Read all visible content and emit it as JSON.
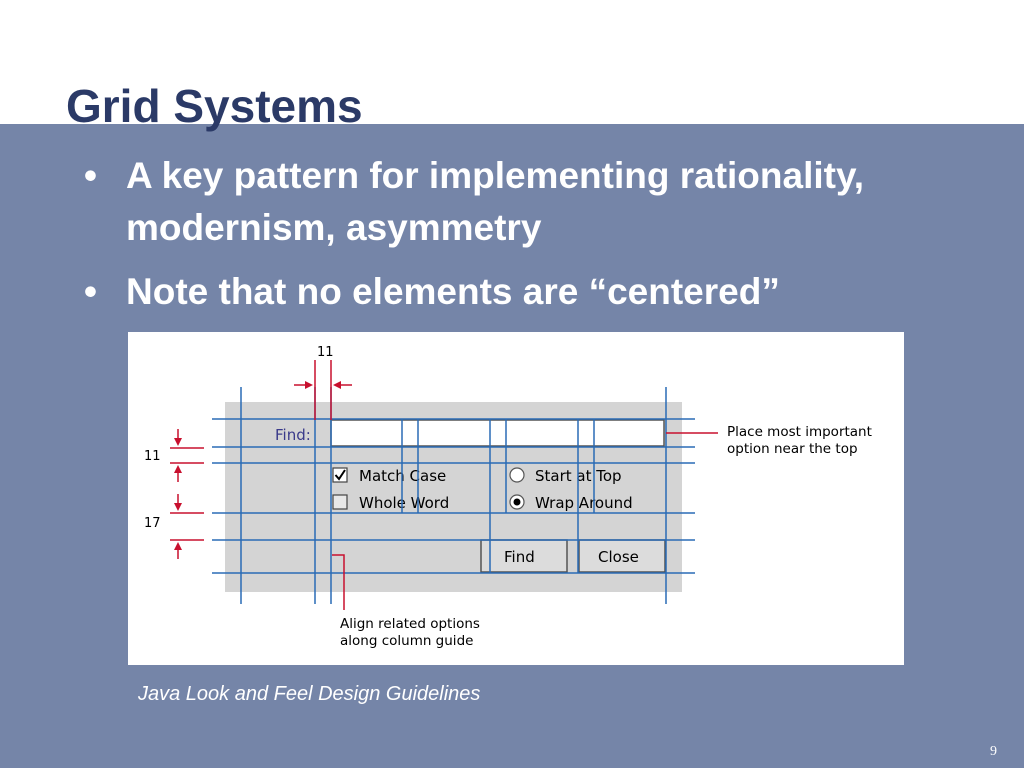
{
  "slide": {
    "title": "Grid Systems",
    "bullets": [
      {
        "bullet": "•",
        "text": "A key pattern for implementing rationality, modernism, asymmetry"
      },
      {
        "bullet": "•",
        "text": "Note that no elements are “centered”"
      }
    ],
    "caption": "Java Look and Feel Design Guidelines",
    "page_number": "9"
  },
  "figure": {
    "dialog": {
      "find_label": "Find:",
      "find_value": "",
      "match_case_label": "Match Case",
      "match_case_checked": true,
      "whole_word_label": "Whole Word",
      "whole_word_checked": false,
      "start_at_top_label": "Start at Top",
      "wrap_around_label": "Wrap Around",
      "selected_option": "Wrap Around",
      "find_button": "Find",
      "close_button": "Close"
    },
    "annotations": {
      "top_spacing": "11",
      "left_spacing_1": "11",
      "left_spacing_2": "17",
      "callout_right_line1": "Place most important",
      "callout_right_line2": "option near the top",
      "callout_bottom_line1": "Align related options",
      "callout_bottom_line2": "along column guide"
    }
  },
  "colors": {
    "background": "#7585a8",
    "title": "#2b3a67",
    "grid_line": "#2a6bb5",
    "annotation_red": "#c8102e",
    "dialog_gray": "#d4d4d4"
  }
}
